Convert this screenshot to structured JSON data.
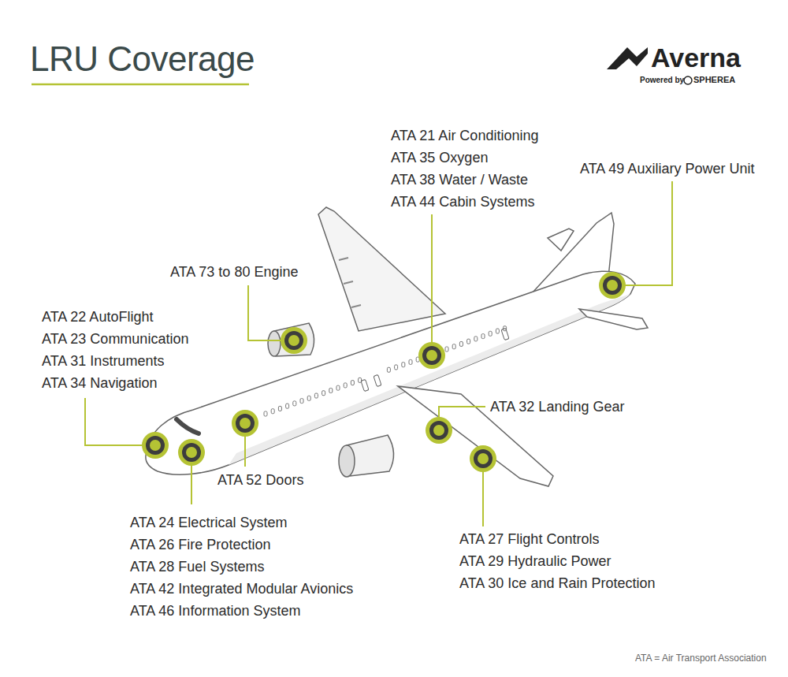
{
  "diagram": {
    "title": "LRU Coverage",
    "labels": [
      "Averna",
      "Powered by",
      "SPHEREA",
      "ATA 21 Air Conditioning",
      "ATA 35 Oxygen",
      "ATA 38 Water / Waste",
      "ATA 44 Cabin Systems",
      "ATA 49 Auxiliary Power Unit",
      "ATA 73 to 80 Engine",
      "ATA 22 AutoFlight",
      "ATA 23 Communication",
      "ATA 31 Instruments",
      "ATA 34 Navigation",
      "ATA 32 Landing Gear",
      "ATA 52 Doors",
      "ATA 24 Electrical System",
      "ATA 26 Fire Protection",
      "ATA 28 Fuel Systems",
      "ATA 42 Integrated Modular Avionics",
      "ATA 46 Information System",
      "ATA 27 Flight Controls",
      "ATA 29 Hydraulic Power",
      "ATA 30 Ice and Rain Protection",
      "ATA = Air Transport Association"
    ]
  }
}
